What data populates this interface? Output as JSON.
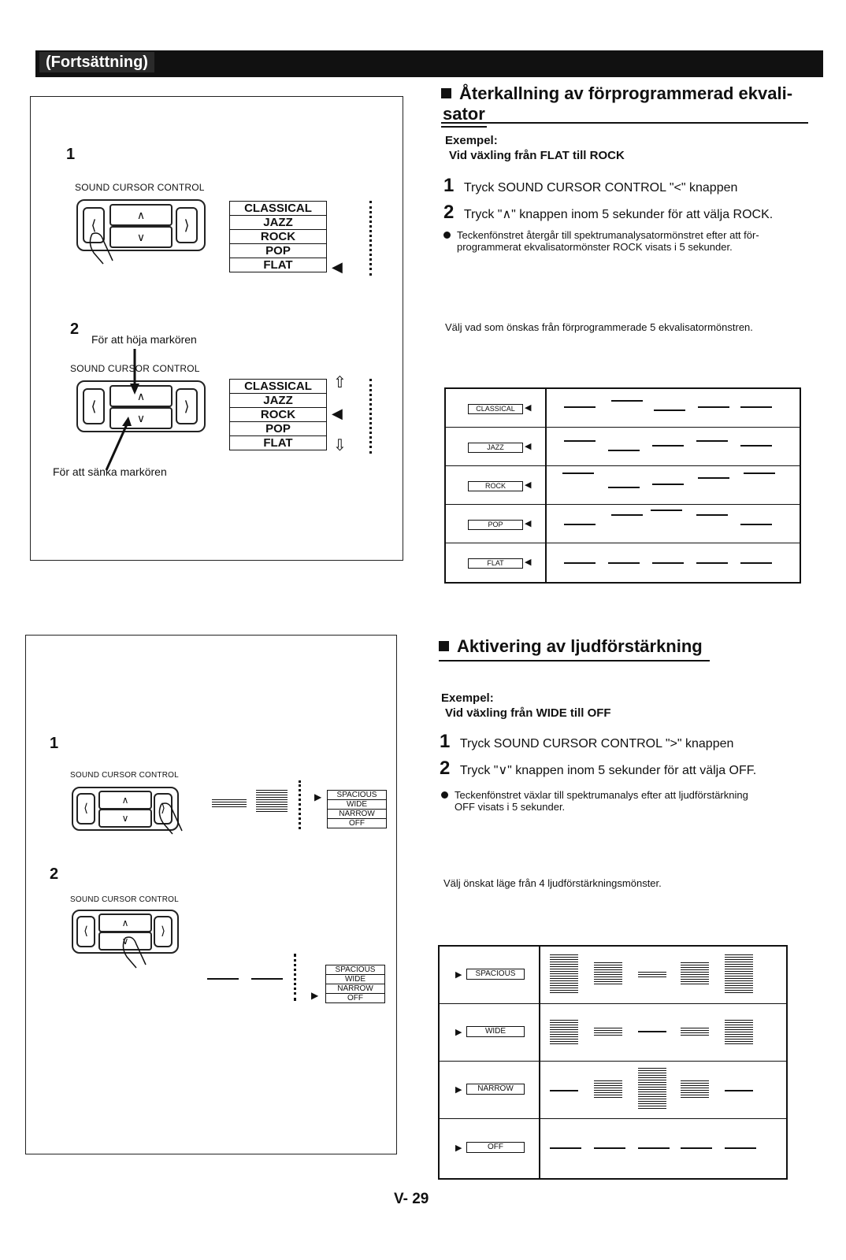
{
  "header": {
    "continuation": "(Fortsättning)"
  },
  "eq_section": {
    "title_line1": "Återkallning av förprogrammerad ekvali-",
    "title_line2": "sator",
    "example_label": "Exempel:",
    "example_text": "Vid växling från FLAT till ROCK",
    "step1_num": "1",
    "step1_text": "Tryck SOUND CURSOR CONTROL \"<\" knappen",
    "step2_num": "2",
    "step2_text": "Tryck \"∧\" knappen inom 5 sekunder för att välja ROCK.",
    "note_line1": "Teckenfönstret återgår till spektrumanalysatormönstret efter att för-",
    "note_line2": "programmerat ekvalisatormönster ROCK visats i 5 sekunder.",
    "choose_text": "Välj vad som önskas från förprogrammerade 5 ekvalisatormönstren.",
    "table_labels": [
      "CLASSICAL",
      "JAZZ",
      "ROCK",
      "POP",
      "FLAT"
    ]
  },
  "eq_illustration": {
    "step1_num": "1",
    "remote_label": "SOUND CURSOR CONTROL",
    "presets": [
      "CLASSICAL",
      "JAZZ",
      "ROCK",
      "POP",
      "FLAT"
    ],
    "step2_num": "2",
    "raise_text": "För att höja markören",
    "remote_label2": "SOUND CURSOR CONTROL",
    "lower_text": "För att sänka markören"
  },
  "enh_section": {
    "title": "Aktivering av ljudförstärkning",
    "example_label": "Exempel:",
    "example_text": "Vid växling från WIDE till OFF",
    "step1_num": "1",
    "step1_text": "Tryck SOUND CURSOR CONTROL \">\" knappen",
    "step2_num": "2",
    "step2_text": "Tryck \"∨\" knappen inom 5 sekunder för att välja OFF.",
    "note_line1": "Teckenfönstret växlar till spektrumanalys efter att ljudförstärkning",
    "note_line2": "OFF visats i 5 sekunder.",
    "choose_text": "Välj önskat läge från 4 ljudförstärkningsmönster.",
    "table_labels": [
      "SPACIOUS",
      "WIDE",
      "NARROW",
      "OFF"
    ]
  },
  "enh_illustration": {
    "step1_num": "1",
    "remote_label": "SOUND CURSOR CONTROL",
    "presets": [
      "SPACIOUS",
      "WIDE",
      "NARROW",
      "OFF"
    ],
    "step2_num": "2",
    "remote_label2": "SOUND CURSOR CONTROL"
  },
  "footer": {
    "page_number": "V- 29"
  },
  "icons": {
    "bullet": "bullet-icon",
    "square": "black-square-icon",
    "pointer": "left-pointing-triangle-icon",
    "arrow_up": "hollow-up-arrow-icon",
    "arrow_down": "hollow-down-arrow-icon",
    "finger": "finger-press-icon"
  }
}
